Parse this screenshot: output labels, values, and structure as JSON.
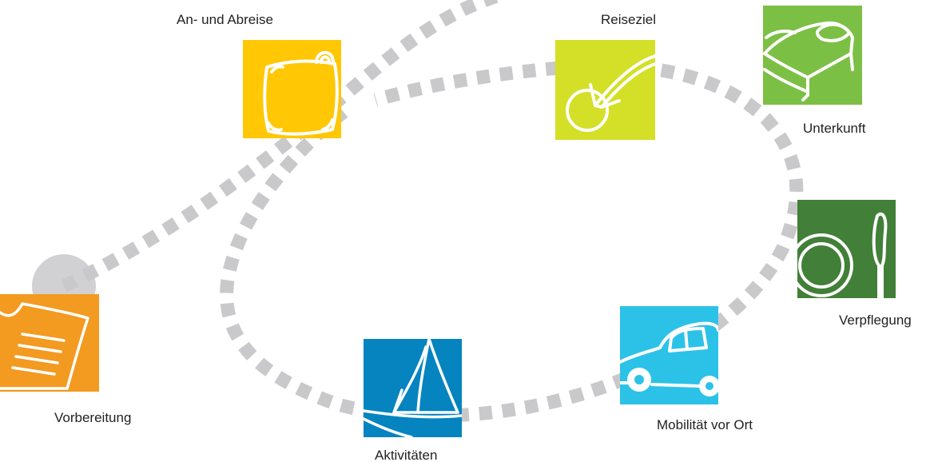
{
  "steps": [
    {
      "id": "vorbereitung",
      "label": "Vorbereitung",
      "color": "#f39a21",
      "icon": "document-icon"
    },
    {
      "id": "an-abreise",
      "label": "An- und Abreise",
      "color": "#ffc704",
      "icon": "suitcase-icon"
    },
    {
      "id": "reiseziel",
      "label": "Reiseziel",
      "color": "#d4df27",
      "icon": "destination-arrow-icon"
    },
    {
      "id": "unterkunft",
      "label": "Unterkunft",
      "color": "#7cbf45",
      "icon": "bed-icon"
    },
    {
      "id": "verpflegung",
      "label": "Verpflegung",
      "color": "#427f38",
      "icon": "plate-knife-icon"
    },
    {
      "id": "mobilitaet",
      "label": "Mobilität vor Ort",
      "color": "#2cc2e8",
      "icon": "car-icon"
    },
    {
      "id": "aktivitaeten",
      "label": "Aktivitäten",
      "color": "#0584bf",
      "icon": "sailboat-icon"
    }
  ],
  "path_color": "#c9c9cb"
}
